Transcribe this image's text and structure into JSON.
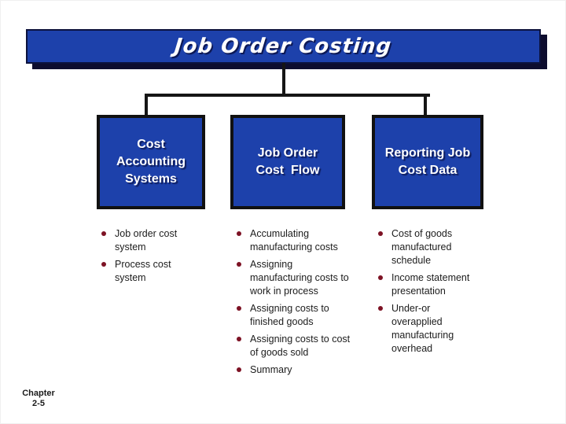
{
  "title_bar": {
    "text": "Job Order Costing"
  },
  "boxes": [
    {
      "lines": [
        "Cost",
        "Accounting",
        "Systems"
      ]
    },
    {
      "lines": [
        "Job Order",
        "Cost  Flow"
      ]
    },
    {
      "lines": [
        "Reporting Job",
        "Cost Data"
      ]
    }
  ],
  "bullet_columns": [
    {
      "items": [
        "Job order cost system",
        "Process cost system"
      ]
    },
    {
      "items": [
        "Accumulating manufacturing costs",
        "Assigning manufacturing costs to work in process",
        "Assigning costs to finished goods",
        "Assigning costs to cost of goods sold",
        "Summary"
      ]
    },
    {
      "items": [
        "Cost of goods manufactured schedule",
        "Income statement presentation",
        "Under-or overapplied manufacturing overhead"
      ]
    }
  ],
  "footer": {
    "line1": "Chapter",
    "line2": "2-5"
  },
  "colors": {
    "box-blue": "#1d41ab",
    "shadow-navy": "#0d0d2e",
    "bullet-maroon": "#7d1224",
    "line-black": "#151515",
    "text-dark": "#1c1c1c"
  }
}
